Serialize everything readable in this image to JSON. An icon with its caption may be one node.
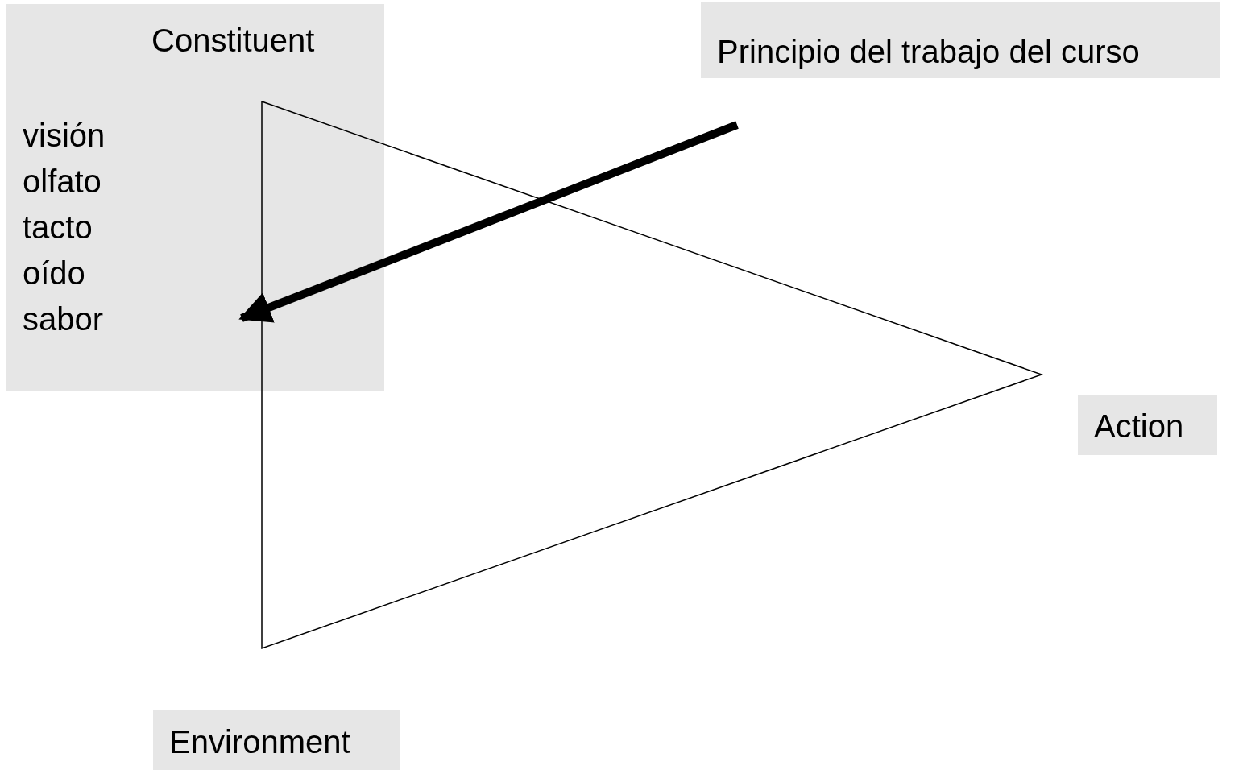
{
  "diagram": {
    "nodes": [
      {
        "text": [
          "Constituent",
          "visión olfato tacto oído sabor"
        ]
      },
      {
        "text": [
          "Principio del trabajo del curso"
        ]
      },
      {
        "text": [
          "Action"
        ]
      },
      {
        "text": [
          "Environment"
        ]
      }
    ],
    "edges": [
      {
        "from": 1,
        "to": 0,
        "arrow": "to"
      }
    ]
  }
}
